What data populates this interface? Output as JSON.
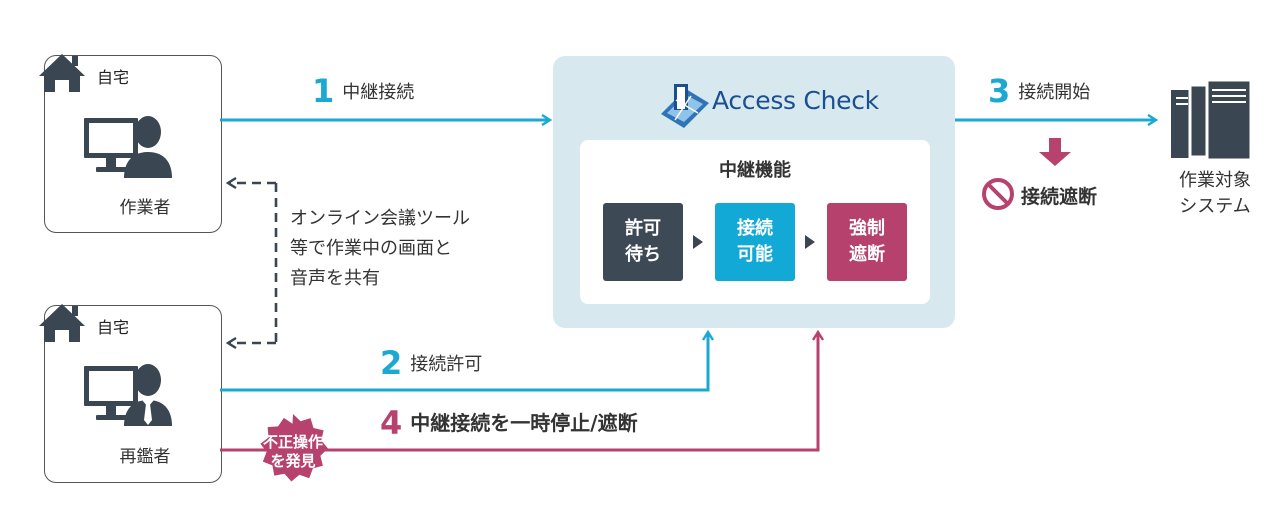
{
  "worker": {
    "home_label": "自宅",
    "person_label": "作業者"
  },
  "supervisor": {
    "home_label": "自宅",
    "person_label": "再鑑者"
  },
  "steps": [
    {
      "num": "1",
      "label": "中継接続"
    },
    {
      "num": "2",
      "label": "接続許可"
    },
    {
      "num": "3",
      "label": "接続開始"
    },
    {
      "num": "4",
      "label": "中継接続を一時停止/遮断"
    }
  ],
  "share_note": [
    "オンライン会議ツール",
    "等で作業中の画面と",
    "音声を共有"
  ],
  "relay": {
    "brand": "Access Check",
    "function_title": "中継機能",
    "states": [
      {
        "label": "許可待ち",
        "color": "#3d4a56"
      },
      {
        "label": "接続可能",
        "color": "#13a9d6"
      },
      {
        "label": "強制遮断",
        "color": "#b5416c"
      }
    ]
  },
  "target": {
    "lines": [
      "作業対象",
      "システム"
    ]
  },
  "block_label": "接続遮断",
  "badge": {
    "lines": [
      "不正操作",
      "を発見"
    ]
  },
  "colors": {
    "blue": "#1ba9d4",
    "pink": "#b7426d",
    "dark": "#3a4651",
    "relay_bg": "#d7e9ef"
  }
}
